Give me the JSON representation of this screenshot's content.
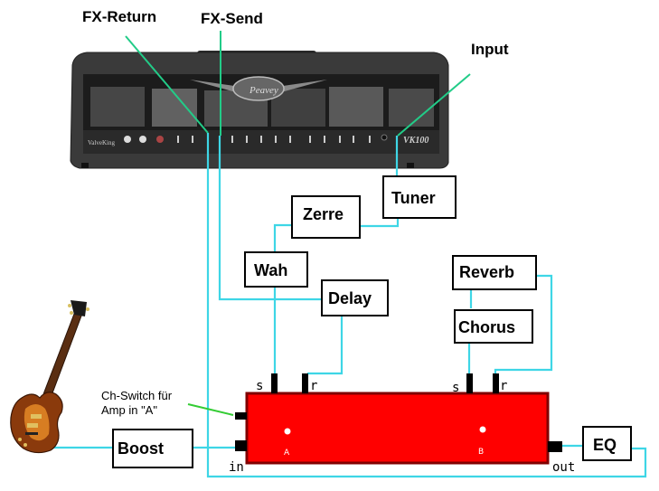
{
  "diagram": {
    "title": "Guitar signal chain with A/B switcher",
    "amp": {
      "brand": "Peavey",
      "model": "VK100",
      "series": "ValveKing",
      "labels": {
        "fx_return": "FX-Return",
        "fx_send": "FX-Send",
        "input": "Input"
      }
    },
    "effects": [
      {
        "id": "tuner",
        "label": "Tuner"
      },
      {
        "id": "zerre",
        "label": "Zerre"
      },
      {
        "id": "wah",
        "label": "Wah"
      },
      {
        "id": "delay",
        "label": "Delay"
      },
      {
        "id": "reverb",
        "label": "Reverb"
      },
      {
        "id": "chorus",
        "label": "Chorus"
      },
      {
        "id": "boost",
        "label": "Boost"
      },
      {
        "id": "eq",
        "label": "EQ"
      }
    ],
    "switcher": {
      "color": "#ff0000",
      "border_color": "#800000",
      "loop_a": "A",
      "loop_b": "B",
      "jack_send_a": "s",
      "jack_return_a": "r",
      "jack_send_b": "s",
      "jack_return_b": "r",
      "jack_in": "in",
      "jack_out": "out"
    },
    "annotation": {
      "line1": "Ch-Switch für",
      "line2": "Amp in \"A\""
    },
    "colors": {
      "cable": "#3ed6e6",
      "amp_lead": "#22cc88",
      "ch_switch_lead": "#33cc33"
    }
  }
}
